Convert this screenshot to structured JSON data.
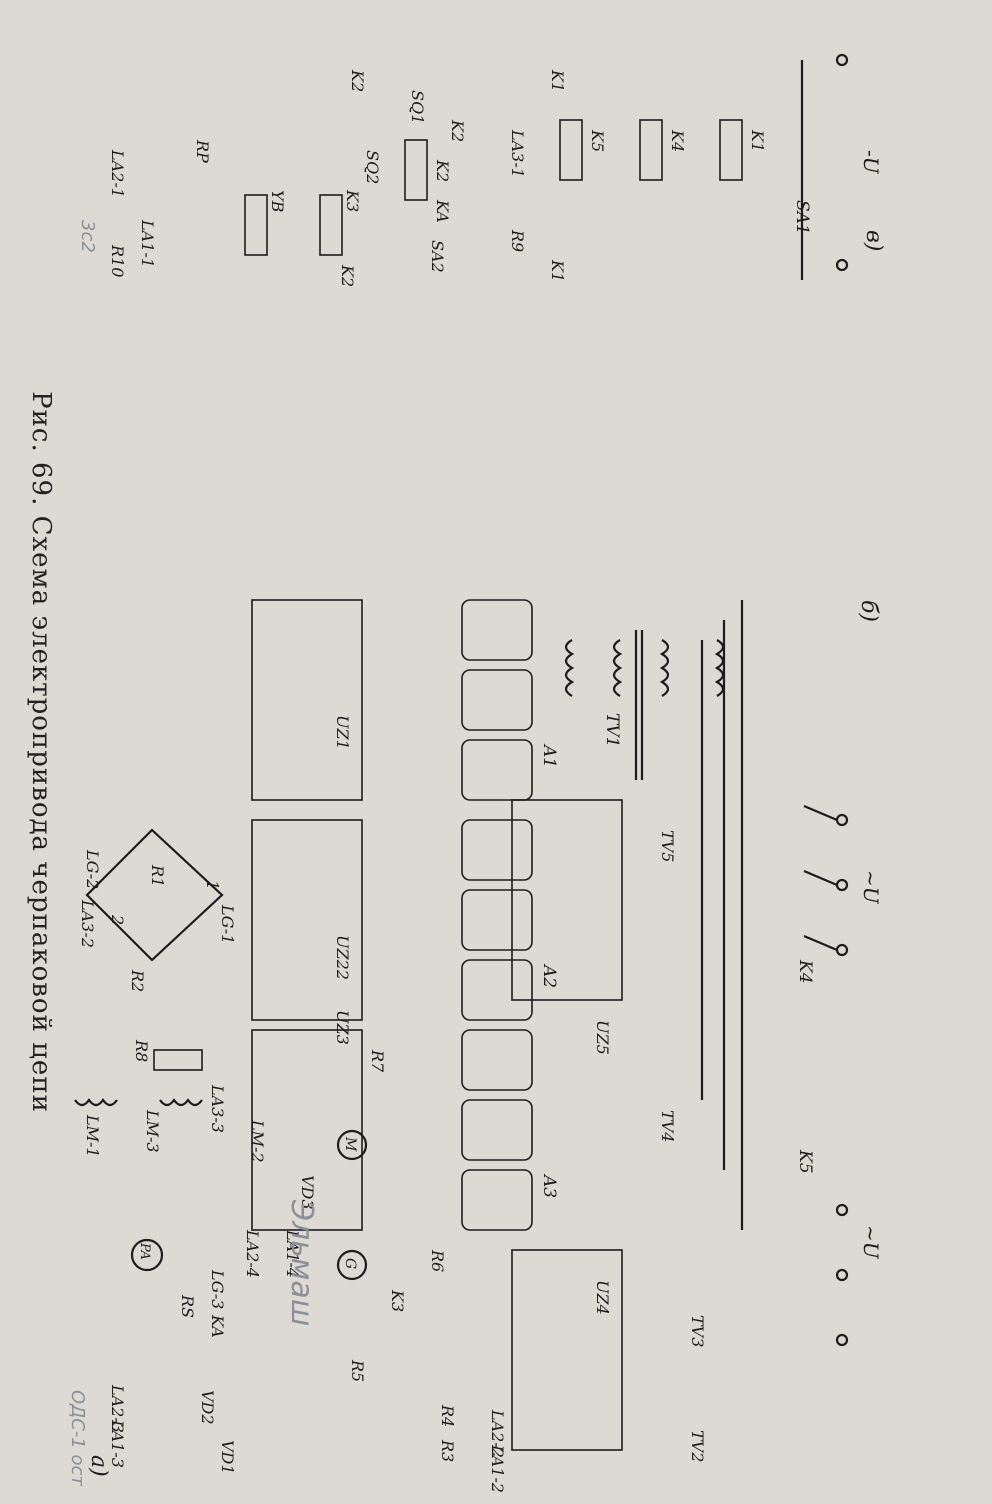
{
  "caption": "Рис. 69. Схема электропривода черпаковой цепи",
  "panel_labels": [
    "а)",
    "б)",
    "в)"
  ],
  "supply": {
    "ac": "~U",
    "dc": "-U"
  },
  "panel_a": {
    "labels": [
      "K5",
      "TV2",
      "TV3",
      "TV4",
      "TV5",
      "UZ4",
      "UZ5",
      "LA1-2",
      "LA2-2",
      "R3",
      "R4",
      "R5",
      "R6",
      "R7",
      "K3",
      "KA",
      "VD1",
      "VD2",
      "VD3",
      "G",
      "M",
      "LA1-4",
      "LA2-4",
      "LG-3",
      "RS",
      "PA",
      "LM-2",
      "LM-3",
      "LA3-2",
      "LA1-3",
      "LA2-3"
    ]
  },
  "panel_b": {
    "labels": [
      "K4",
      "TV1",
      "A1",
      "A2",
      "A3",
      "UZ1",
      "UZ22",
      "UZ3",
      "LG-1",
      "LG-2",
      "R1",
      "R2",
      "R8",
      "LA3-3",
      "LM-1",
      "1",
      "2"
    ]
  },
  "panel_c": {
    "labels": [
      "SA1",
      "K1",
      "K4",
      "K5",
      "K1",
      "LA3-1",
      "R9",
      "K1",
      "K2",
      "SQ1",
      "K2",
      "KA",
      "SA2",
      "SQ2",
      "K2",
      "K3",
      "YB",
      "K2",
      "RP",
      "LA1-1",
      "LA2-1",
      "R10"
    ]
  },
  "handwritten": [
    "Эльмаш",
    "3с2",
    "ОДС-1 ост"
  ]
}
